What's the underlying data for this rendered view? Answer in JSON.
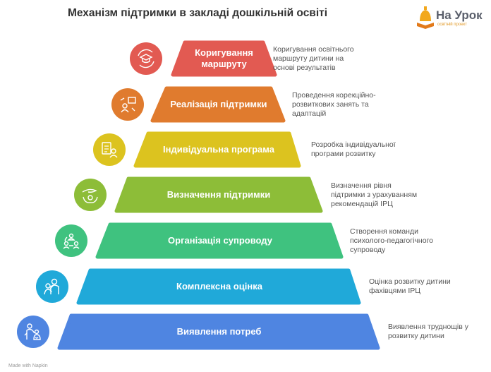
{
  "title": "Механізм підтримки в закладі дошкільній освіті",
  "logo": {
    "name": "На Урок",
    "tagline": "освітній проект",
    "color": "#f2a81d"
  },
  "tiers": [
    {
      "label": "Коригування маршруту",
      "description": "Коригування освітнього маршруту дитини на основі результатів",
      "color": "#e25a52",
      "icon": "graduation-cap-cycle-icon"
    },
    {
      "label": "Реалізація підтримки",
      "description": "Проведення корекційно-розвиткових занять та адаптацій",
      "color": "#e07b2e",
      "icon": "presentation-teacher-icon"
    },
    {
      "label": "Індивідуальна програма",
      "description": "Розробка індивідуальної програми розвитку",
      "color": "#dcc31f",
      "icon": "clipboard-person-icon"
    },
    {
      "label": "Визначення підтримки",
      "description": "Визначення рівня підтримки з урахуванням рекомендацій ІРЦ",
      "color": "#8dbd38",
      "icon": "hand-support-icon"
    },
    {
      "label": "Організація супроводу",
      "description": "Створення команди психолого-педагогічного супроводу",
      "color": "#3fc27f",
      "icon": "team-icon"
    },
    {
      "label": "Комплексна оцінка",
      "description": "Оцінка розвитку дитини фахівцями ІРЦ",
      "color": "#20a9d9",
      "icon": "adult-child-icon"
    },
    {
      "label": "Виявлення потреб",
      "description": "Виявлення труднощів у розвитку дитини",
      "color": "#4f85e1",
      "icon": "caregiver-child-icon"
    }
  ],
  "footer": "Made with Napkin"
}
